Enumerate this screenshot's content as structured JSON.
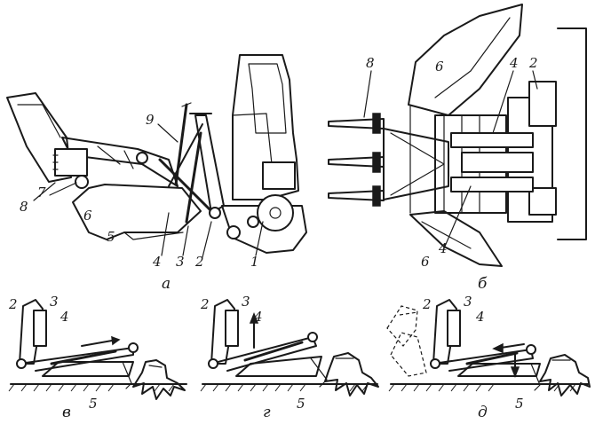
{
  "captions": {
    "a": "а",
    "b": "б",
    "v": "в",
    "g": "г",
    "d": "д"
  },
  "labels_a": [
    "8",
    "7",
    "6",
    "5",
    "4",
    "3",
    "2",
    "1",
    "9"
  ],
  "labels_b": [
    "8",
    "6",
    "4",
    "2",
    "6",
    "4"
  ],
  "labels_v": [
    "2",
    "3",
    "4",
    "5"
  ],
  "labels_g": [
    "2",
    "3",
    "4",
    "5"
  ],
  "labels_d": [
    "2",
    "3",
    "4",
    "5"
  ]
}
